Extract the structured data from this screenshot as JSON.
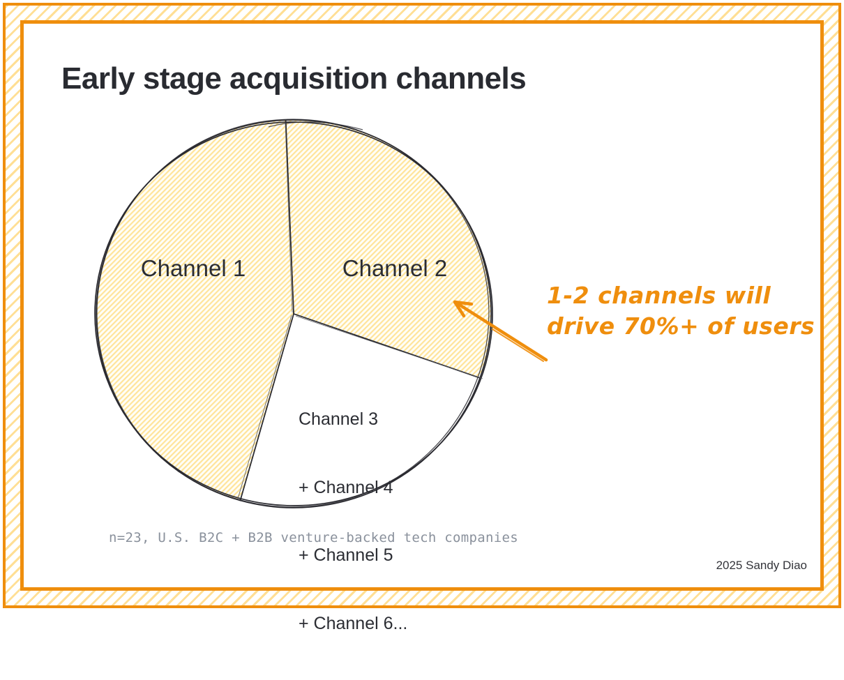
{
  "slide": {
    "title": "Early stage acquisition channels",
    "caption": "n=23, U.S. B2C + B2B venture-backed tech companies",
    "credit": "2025 Sandy Diao"
  },
  "annotation": {
    "lines": [
      "1-2 channels will",
      "drive 70%+ of users"
    ],
    "color": "#ef8e0d"
  },
  "colors": {
    "accent_orange": "#ef8e0d",
    "hachure_yellow": "#ffe49a",
    "frame_hatch_yellow": "#ffdf95",
    "outline_dark": "#2b2b31",
    "caption_gray": "#8a919c",
    "title_dark": "#292b31"
  },
  "chart_data": {
    "type": "pie",
    "title": "Early stage acquisition channels",
    "values_labeled": false,
    "legend": "none",
    "style": "hand-drawn sketch, hachure fill",
    "segments": [
      {
        "label": "Channel 1",
        "percent_est": 45,
        "fill_style": "hachure"
      },
      {
        "label": "Channel 2",
        "percent_est": 31,
        "fill_style": "hachure"
      },
      {
        "label": "Channel 3 + Channel 4 + Channel 5 + Channel 6...",
        "label_lines": [
          "Channel 3",
          "+ Channel 4",
          "+ Channel 5",
          "+ Channel 6..."
        ],
        "percent_est": 24,
        "fill_style": "white"
      }
    ],
    "annotations": [
      "1-2 channels will drive 70%+ of users"
    ],
    "source_note": "n=23, U.S. B2C + B2B venture-backed tech companies"
  }
}
